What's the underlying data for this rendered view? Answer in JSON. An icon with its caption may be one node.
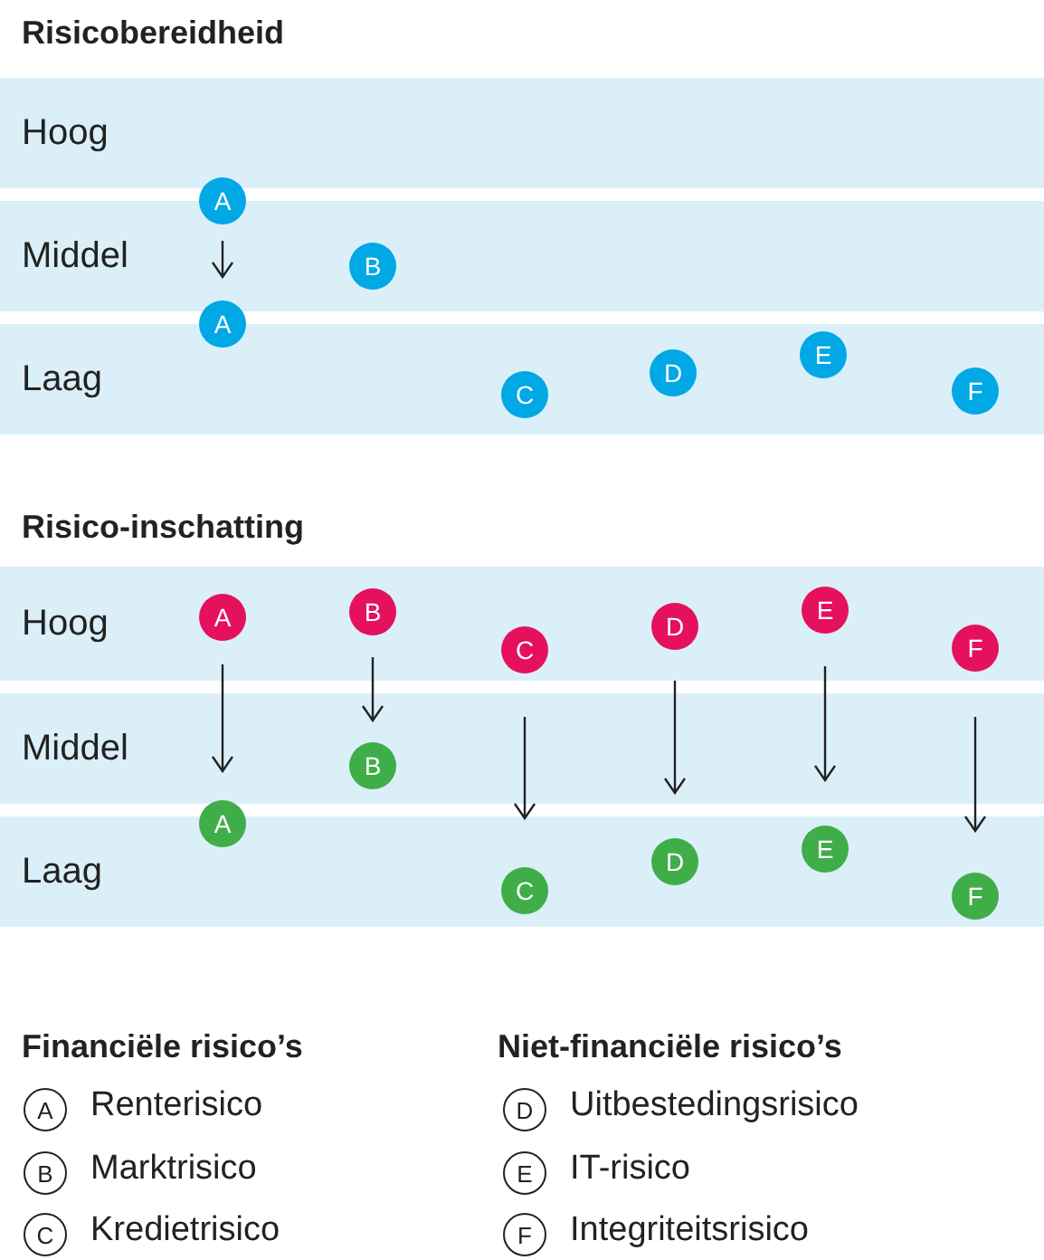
{
  "diagram": {
    "nodes": [
      {
        "text": [
          "Hoog"
        ]
      },
      {
        "text": [
          "Middel"
        ]
      },
      {
        "text": [
          "Laag"
        ]
      },
      {
        "text": [
          "A"
        ]
      },
      {
        "text": [
          "A"
        ]
      },
      {
        "text": [
          "B"
        ],
        "in": 1
      },
      {
        "text": [
          "C"
        ],
        "in": 2
      },
      {
        "text": [
          "D"
        ],
        "in": 2
      },
      {
        "text": [
          "E"
        ],
        "in": 2
      },
      {
        "text": [
          "F"
        ],
        "in": 2
      },
      {
        "text": [
          "Hoog"
        ]
      },
      {
        "text": [
          "Middel"
        ]
      },
      {
        "text": [
          "Laag"
        ]
      },
      {
        "text": [
          "A"
        ],
        "in": 10
      },
      {
        "text": [
          "B"
        ],
        "in": 10
      },
      {
        "text": [
          "C"
        ],
        "in": 10
      },
      {
        "text": [
          "D"
        ],
        "in": 10
      },
      {
        "text": [
          "E"
        ],
        "in": 10
      },
      {
        "text": [
          "F"
        ],
        "in": 10
      },
      {
        "text": [
          "A"
        ]
      },
      {
        "text": [
          "B"
        ],
        "in": 11
      },
      {
        "text": [
          "C"
        ],
        "in": 12
      },
      {
        "text": [
          "D"
        ],
        "in": 12
      },
      {
        "text": [
          "E"
        ],
        "in": 12
      },
      {
        "text": [
          "F"
        ],
        "in": 12
      }
    ],
    "edges": [
      {
        "from": 3,
        "to": 4,
        "arrow": "to"
      },
      {
        "from": 13,
        "to": 19,
        "arrow": "to"
      },
      {
        "from": 14,
        "to": 20,
        "arrow": "to"
      },
      {
        "from": 15,
        "to": 21,
        "arrow": "to"
      },
      {
        "from": 16,
        "to": 22,
        "arrow": "to"
      },
      {
        "from": 17,
        "to": 23,
        "arrow": "to"
      },
      {
        "from": 18,
        "to": 24,
        "arrow": "to"
      }
    ],
    "labels": [
      "Risicobereidheid",
      "Risico-inschatting",
      "Financiële risico’s",
      "Niet-financiële risico’s",
      "A",
      "Renterisico",
      "D",
      "Uitbestedingsrisico",
      "B",
      "Marktrisico",
      "E",
      "IT-risico",
      "C",
      "Kredietrisico",
      "F",
      "Integriteitsrisico"
    ]
  }
}
